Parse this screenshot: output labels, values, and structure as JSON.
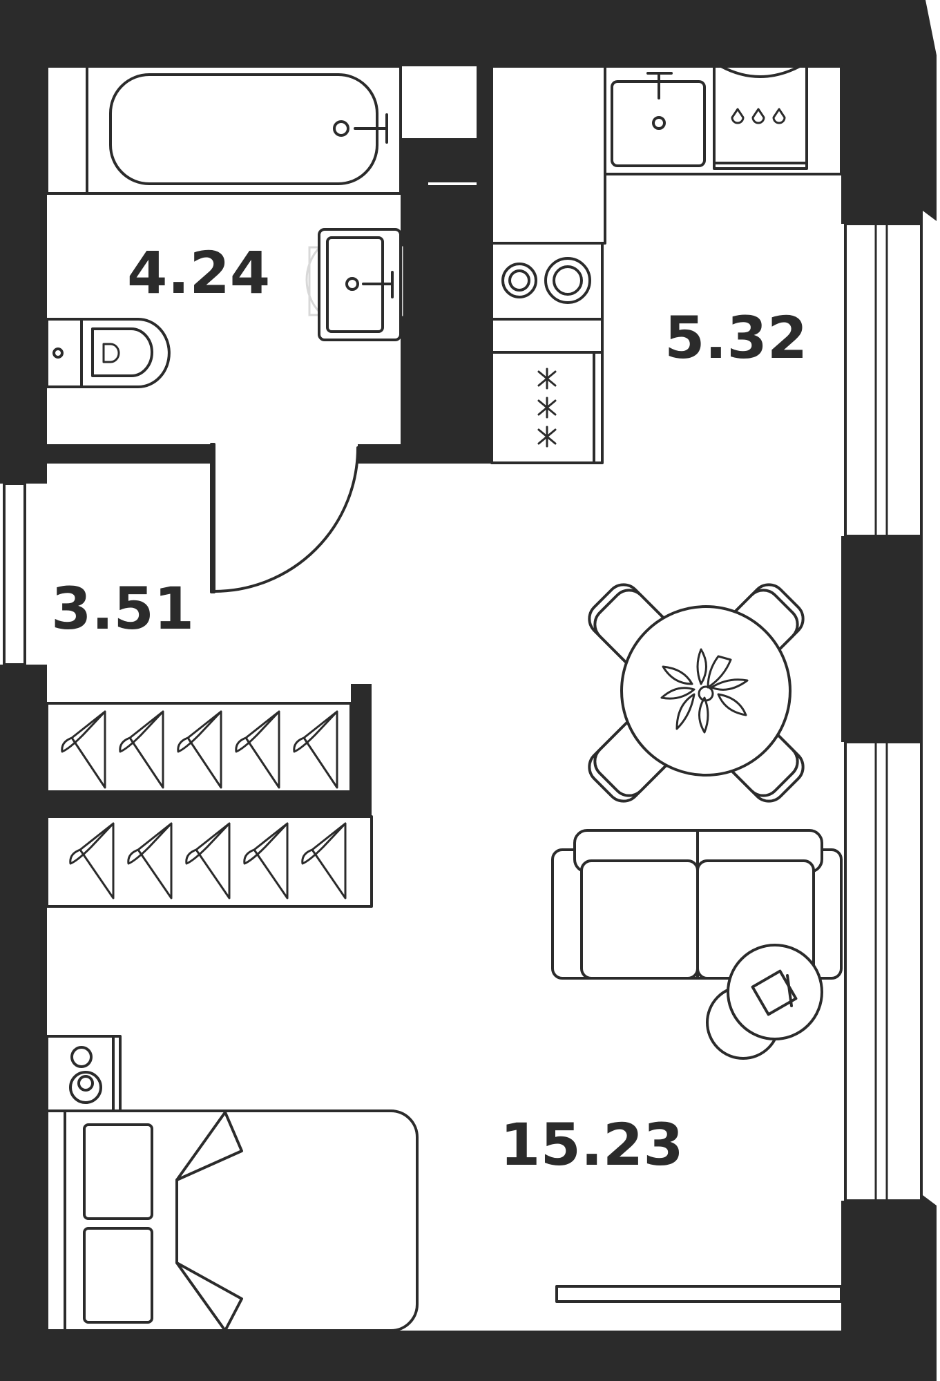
{
  "rooms": [
    {
      "id": "bathroom",
      "area": "4.24"
    },
    {
      "id": "kitchen",
      "area": "5.32"
    },
    {
      "id": "hallway",
      "area": "3.51"
    },
    {
      "id": "living-room",
      "area": "15.23"
    }
  ],
  "colors": {
    "wall": "#2b2b2b",
    "floor": "#ffffff",
    "line": "#2b2b2b"
  },
  "icons": [
    "bathtub-icon",
    "sink-icon",
    "toilet-icon",
    "kitchen-sink-icon",
    "dishwasher-icon",
    "hob-icon",
    "fridge-icon",
    "dining-table-icon",
    "sofa-icon",
    "coffee-table-icon",
    "bed-icon",
    "nightstand-icon",
    "wardrobe-icon",
    "door-icon"
  ]
}
